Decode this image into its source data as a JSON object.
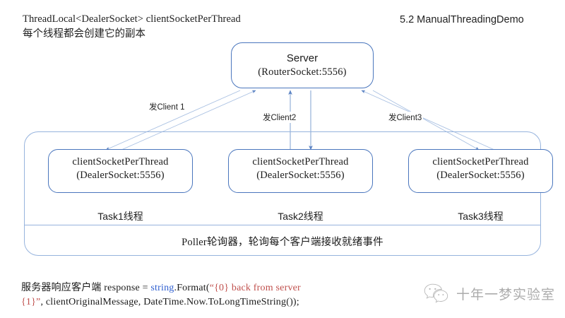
{
  "header": {
    "note_line1": "ThreadLocal<DealerSocket> clientSocketPerThread",
    "note_line2": "每个线程都会创建它的副本",
    "demo_title": "5.2 ManualThreadingDemo"
  },
  "server": {
    "title": "Server",
    "subtitle": "(RouterSocket:5556)"
  },
  "arrows": {
    "label1": "发Client 1",
    "label2": "发Client2",
    "label3": "发Client3"
  },
  "clients": [
    {
      "line1": "clientSocketPerThread",
      "line2": "(DealerSocket:5556)",
      "thread_label": "Task1线程"
    },
    {
      "line1": "clientSocketPerThread",
      "line2": "(DealerSocket:5556)",
      "thread_label": "Task2线程"
    },
    {
      "line1": "clientSocketPerThread",
      "line2": "(DealerSocket:5556)",
      "thread_label": "Task3线程"
    }
  ],
  "poller": {
    "label": "Poller轮询器，轮询每个客户端接收就绪事件"
  },
  "code": {
    "prefix_cn": "服务器响应客户端",
    "seg_response": " response = ",
    "seg_keyword": "string",
    "seg_format_open": ".Format(",
    "seg_string1": "“{0} back from server",
    "seg_string2": "{1}”",
    "seg_tail": ", clientOriginalMessage, DateTime.Now.ToLongTimeString());"
  },
  "watermark": {
    "text": "十年一梦实验室",
    "icon": "wechat-logo-icon"
  },
  "colors": {
    "box_border": "#4a76bd",
    "container_border": "#96b3dd",
    "arrow": "#9fb8dd",
    "arrow_solid": "#6f93cc",
    "keyword_blue": "#2f5fd0",
    "string_red": "#c0504d",
    "background": "#ffffff"
  }
}
